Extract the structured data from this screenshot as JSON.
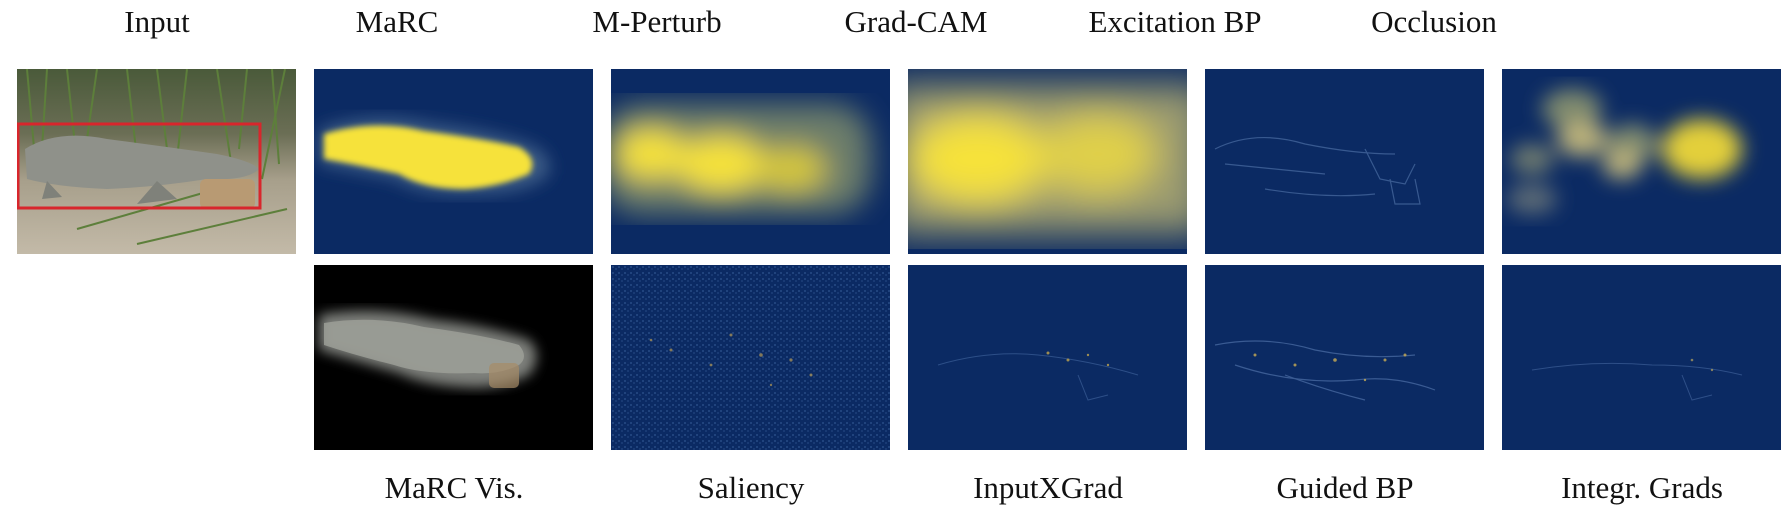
{
  "top_labels": [
    "Input",
    "MaRC",
    "M-Perturb",
    "Grad-CAM",
    "Excitation BP",
    "Occlusion"
  ],
  "bottom_labels": [
    "MaRC Vis.",
    "Saliency",
    "InputXGrad",
    "Guided BP",
    "Integr. Grads"
  ],
  "colors": {
    "heatmap_low": "#0b2a63",
    "heatmap_high": "#f6e23a",
    "bbox": "#d8262c",
    "background": "#ffffff"
  }
}
